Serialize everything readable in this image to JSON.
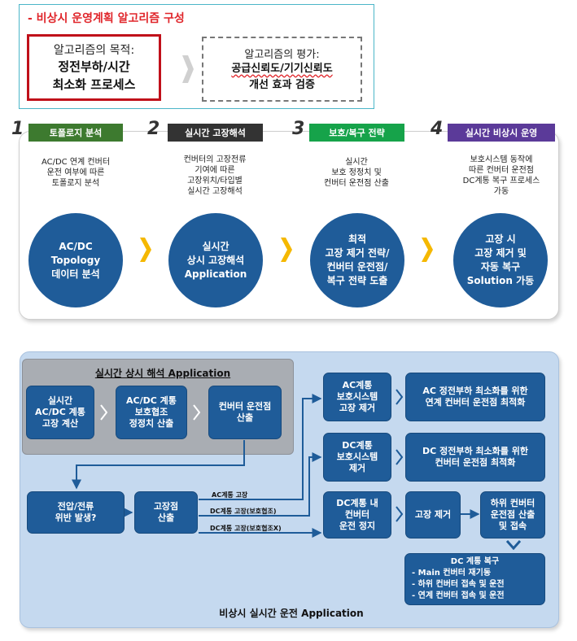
{
  "top": {
    "title": "- 비상시 운영계획 알고리즘 구성",
    "goal": {
      "line1": "알고리즘의 목적:",
      "line2": "정전부하/시간",
      "line3": "최소화 프로세스"
    },
    "evaluation": {
      "line1": "알고리즘의 평가:",
      "line2": "공급신뢰도/기기신뢰도",
      "line3": "개선 효과 검증"
    }
  },
  "steps": [
    {
      "num": "1",
      "label": "토폴로지 분석",
      "label_color": "#3d7a2f",
      "desc": [
        "AC/DC 연계 컨버터",
        "운전 여부에 따른",
        "토폴로지 분석"
      ],
      "circle": [
        "AC/DC",
        "Topology",
        "데이터 분석"
      ]
    },
    {
      "num": "2",
      "label": "실시간 고장해석",
      "label_color": "#333333",
      "desc": [
        "컨버터의 고장전류",
        "기여에 따른",
        "고장위치/타입별",
        "실시간 고장해석"
      ],
      "circle": [
        "실시간",
        "상시 고장해석",
        "Application"
      ]
    },
    {
      "num": "3",
      "label": "보호/복구 전략",
      "label_color": "#16a34a",
      "desc": [
        "실시간",
        "보호 정정치 및",
        "컨버터 운전점 산출"
      ],
      "circle": [
        "최적",
        "고장 제거 전략/",
        "컨버터 운전점/",
        "복구 전략 도출"
      ]
    },
    {
      "num": "4",
      "label": "실시간 비상시 운영",
      "label_color": "#5b3a99",
      "desc": [
        "보호시스템 동작에",
        "따른 컨버터 운전점",
        "DC계통 복구 프로세스",
        "가동"
      ],
      "circle": [
        "고장 시",
        "고장 제거 및",
        "자동 복구",
        "Solution 가동"
      ]
    }
  ],
  "realtime_app": {
    "title": "실시간 상시 해석 Application",
    "boxes": [
      [
        "실시간",
        "AC/DC 계통",
        "고장 계산"
      ],
      [
        "AC/DC 계통",
        "보호협조",
        "정정치 산출"
      ],
      [
        "컨버터 운전점",
        "산출"
      ]
    ]
  },
  "flow": {
    "violation": [
      "전압/전류",
      "위반 발생?"
    ],
    "fault_calc": [
      "고장점",
      "산출"
    ],
    "line_labels": [
      "AC계통 고장",
      "DC계통 고장(보호협조)",
      "DC계통 고장(보호협조X)"
    ],
    "ac_protection": [
      "AC계통",
      "보호시스템",
      "고장 제거"
    ],
    "ac_result": [
      "AC 정전부하 최소화를 위한",
      "연계 컨버터 운전점 최적화"
    ],
    "dc_protection": [
      "DC계통",
      "보호시스템",
      "제거"
    ],
    "dc_result": [
      "DC 정전부하 최소화를 위한",
      "컨버터 운전점 최적화"
    ],
    "dc_internal": [
      "DC계통 내",
      "컨버터",
      "운전 정지"
    ],
    "fault_removal": [
      "고장 제거"
    ],
    "lower_converter": [
      "하위 컨버터",
      "운전점 산출",
      "및 접속"
    ],
    "dc_restore": {
      "title": "DC 계통 복구",
      "items": [
        "-  Main 컨버터 재기동",
        "-  하위 컨버터 접속 및 운전",
        "-  연계 컨버터 접속 및 운전"
      ]
    }
  },
  "emergency_title": "비상시 실시간 운전 Application",
  "colors": {
    "accent": "#1f5c99",
    "chevron_yellow": "#f5b800",
    "red": "#e0262b",
    "cyan_border": "#4bb6c8"
  }
}
